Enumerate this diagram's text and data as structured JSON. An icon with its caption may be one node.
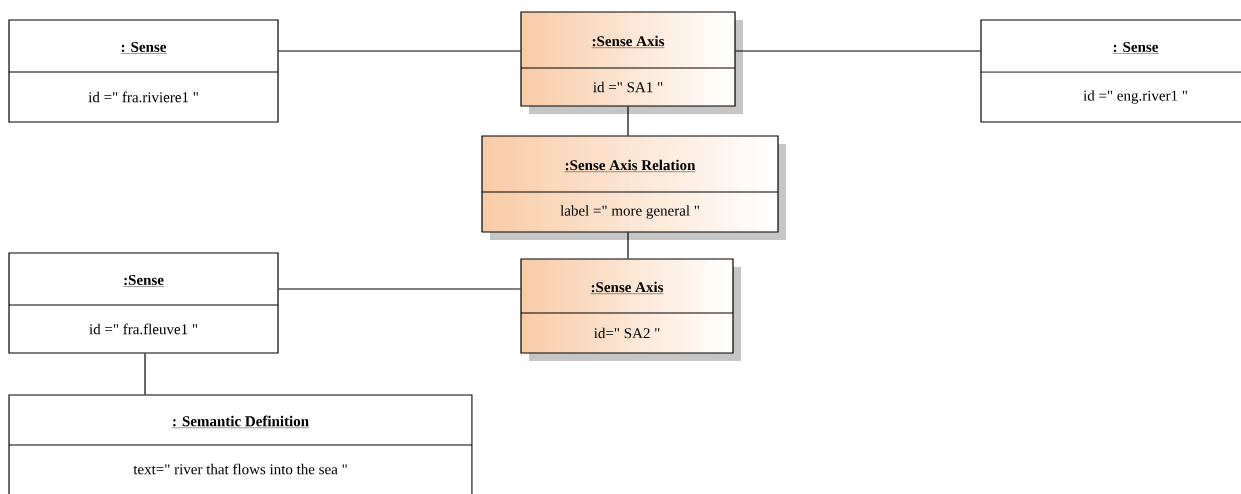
{
  "diagram": {
    "nodes": [
      {
        "text": [
          ": Sense",
          "id =\" fra.riviere1 \""
        ]
      },
      {
        "text": [
          ":Sense Axis",
          "id =\" SA1 \""
        ]
      },
      {
        "text": [
          ": Sense",
          "id =\" eng.river1 \""
        ]
      },
      {
        "text": [
          ":Sense Axis  Relation",
          "label =\" more general \""
        ]
      },
      {
        "text": [
          ":Sense",
          "id =\" fra.fleuve1 \""
        ]
      },
      {
        "text": [
          ":Sense Axis",
          "id=\" SA2 \""
        ]
      },
      {
        "text": [
          ": Semantic Definition",
          "text=\" river that flows into the sea \""
        ]
      }
    ],
    "edges": [
      {
        "from": 0,
        "to": 1,
        "arrow": "none"
      },
      {
        "from": 1,
        "to": 2,
        "arrow": "none"
      },
      {
        "from": 1,
        "to": 3,
        "arrow": "none"
      },
      {
        "from": 3,
        "to": 5,
        "arrow": "none"
      },
      {
        "from": 4,
        "to": 5,
        "arrow": "none"
      },
      {
        "from": 4,
        "to": 6,
        "arrow": "none"
      }
    ]
  }
}
